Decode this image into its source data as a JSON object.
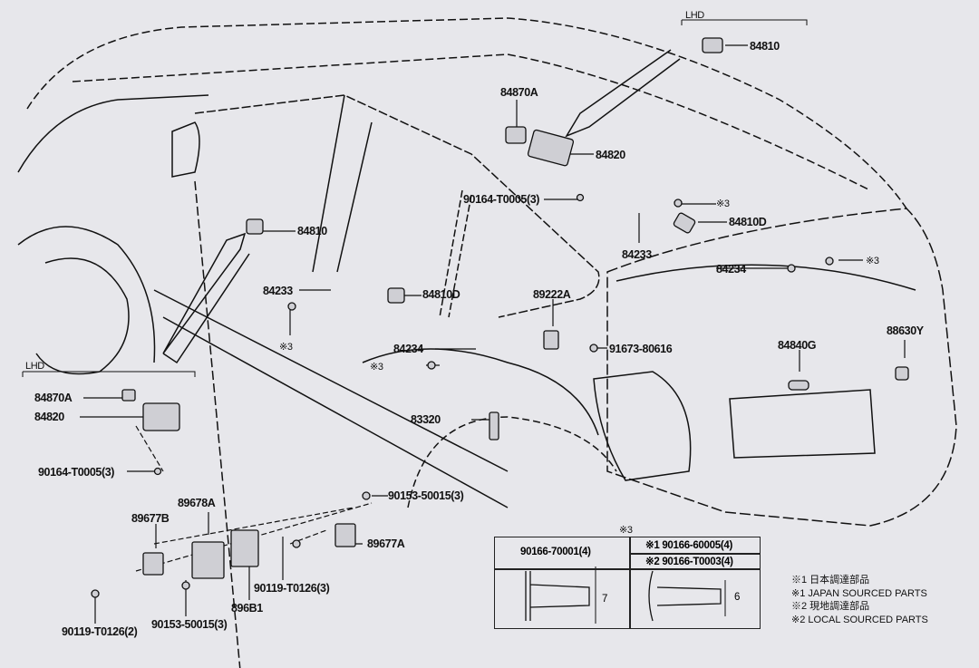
{
  "labels": {
    "lhd_top": "LHD",
    "p84810_top": "84810",
    "p84870a_top": "84870A",
    "p84820_top": "84820",
    "p90164_top": "90164-T0005(3)",
    "note3_a": "※3",
    "p84810d_right": "84810D",
    "p84233_right": "84233",
    "p84234_right": "84234",
    "note3_b": "※3",
    "p84810_door": "84810",
    "p84233_door": "84233",
    "note3_c": "※3",
    "p84810d_door": "84810D",
    "p89222a": "89222A",
    "p91673": "91673-80616",
    "p84234_door": "84234",
    "note3_d": "※3",
    "p83320": "83320",
    "p88630y": "88630Y",
    "p84840g": "84840G",
    "lhd_left": "LHD",
    "p84870a_left": "84870A",
    "p84820_left": "84820",
    "p90164_left": "90164-T0005(3)",
    "p90153_top": "90153-50015(3)",
    "p89678a": "89678A",
    "p89677b": "89677B",
    "p89677a": "89677A",
    "p90119_3": "90119-T0126(3)",
    "p896b1": "896B1",
    "p90119_2": "90119-T0126(2)",
    "p90153_bottom": "90153-50015(3)"
  },
  "bolt_table": {
    "note": "※3",
    "left_part": "90166-70001(4)",
    "right_part_1": "※1 90166-60005(4)",
    "right_part_2": "※2 90166-T0003(4)",
    "left_dim": "7",
    "right_dim": "6"
  },
  "legend": [
    "※1 日本調達部品",
    "※1 JAPAN SOURCED PARTS",
    "※2 現地調達部品",
    "※2 LOCAL SOURCED PARTS"
  ]
}
